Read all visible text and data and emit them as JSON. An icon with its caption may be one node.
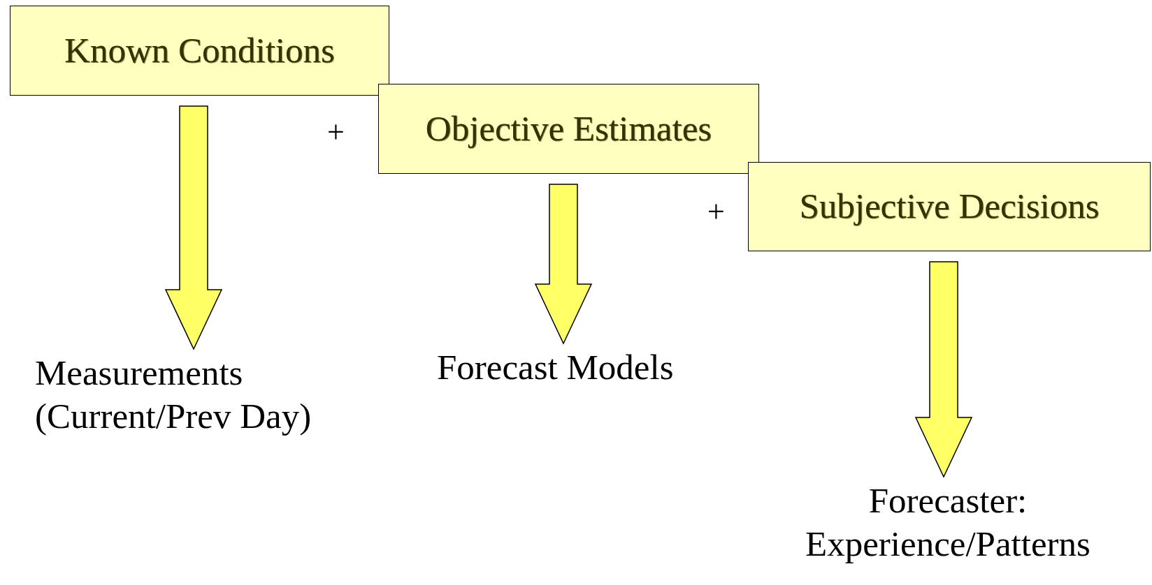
{
  "diagram": {
    "nodes": [
      {
        "text": [
          "Known Conditions"
        ]
      },
      {
        "text": [
          "Objective Estimates"
        ]
      },
      {
        "text": [
          "Subjective Decisions"
        ]
      },
      {
        "text": [
          "Measurements (Current/Prev Day)"
        ]
      },
      {
        "text": [
          "Forecast Models"
        ]
      },
      {
        "text": [
          "Forecaster: Experience/Patterns"
        ]
      }
    ],
    "edges": [
      {
        "from": 0,
        "to": 3,
        "arrow": "to",
        "style": "thick"
      },
      {
        "from": 1,
        "to": 4,
        "arrow": "to",
        "style": "thick"
      },
      {
        "from": 2,
        "to": 5,
        "arrow": "to",
        "style": "thick"
      }
    ],
    "labels": [
      "+",
      "+"
    ]
  }
}
